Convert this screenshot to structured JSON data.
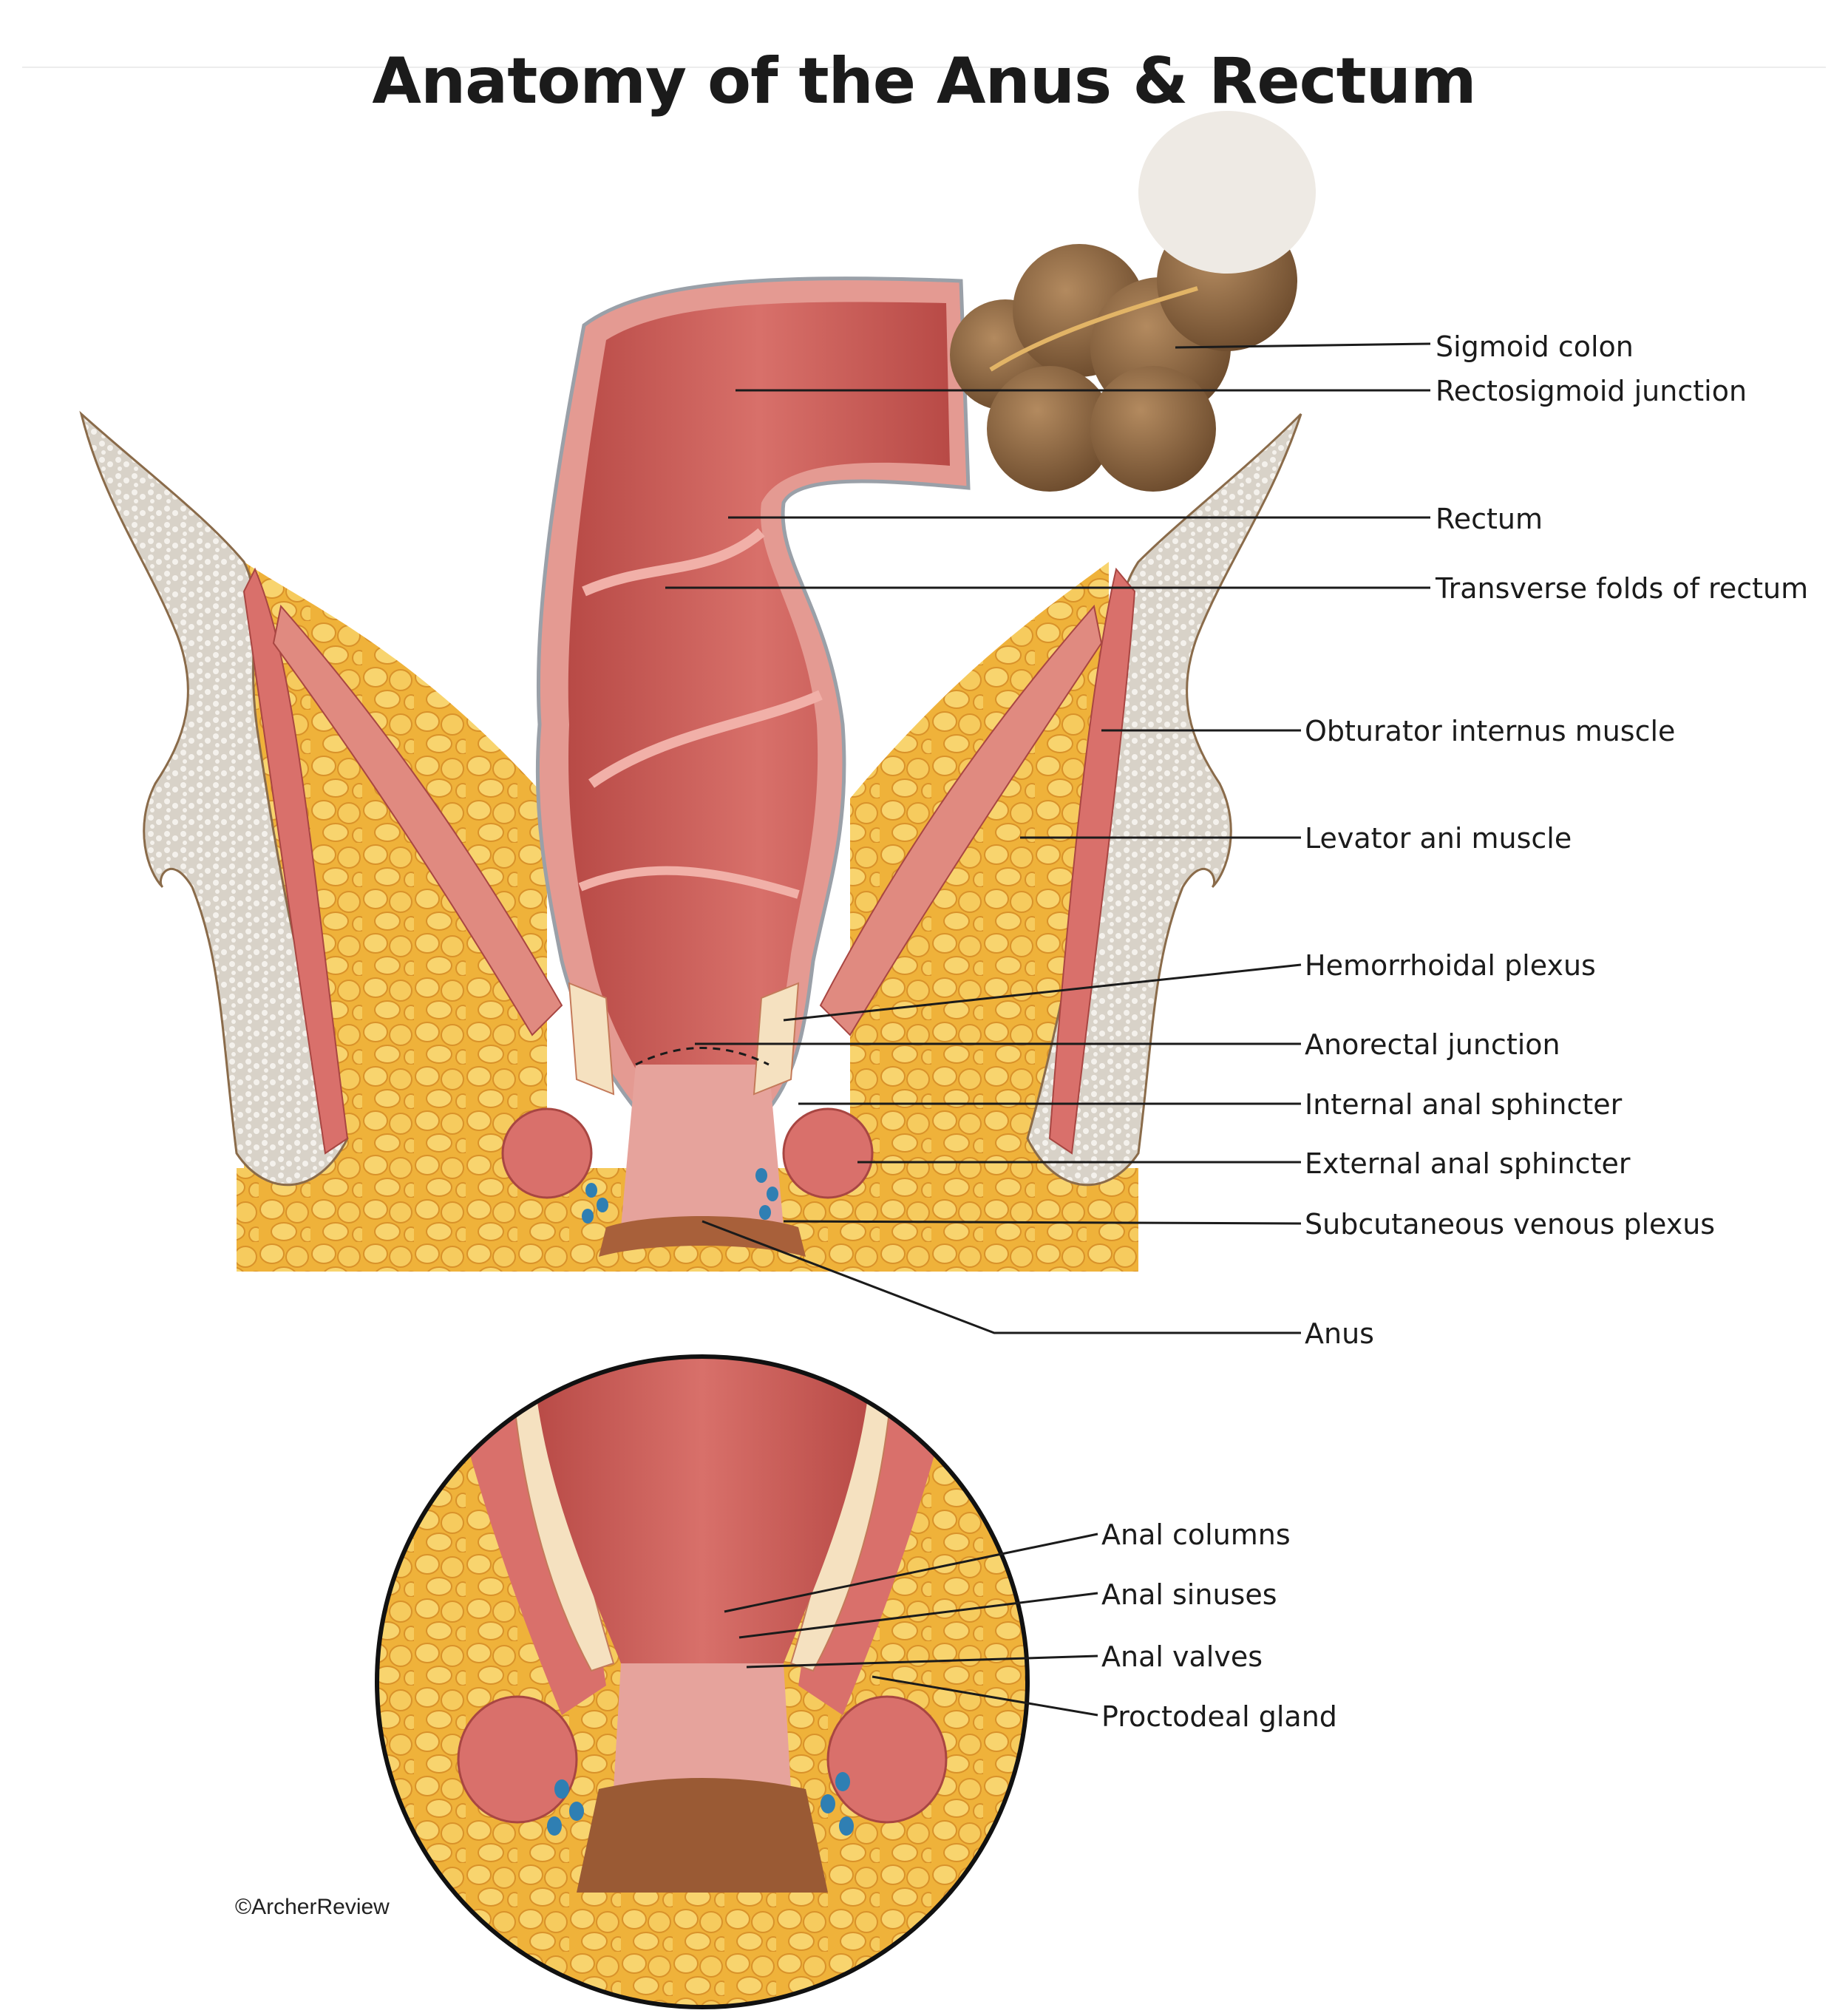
{
  "title": "Anatomy of the Anus & Rectum",
  "labels": [
    {
      "id": "sigmoid-colon",
      "text": "Sigmoid colon"
    },
    {
      "id": "rectosigmoid-junction",
      "text": "Rectosigmoid junction"
    },
    {
      "id": "rectum",
      "text": "Rectum"
    },
    {
      "id": "transverse-folds",
      "text": "Transverse folds of rectum"
    },
    {
      "id": "obturator-internus",
      "text": "Obturator internus muscle"
    },
    {
      "id": "levator-ani",
      "text": "Levator ani muscle"
    },
    {
      "id": "hemorrhoidal-plexus",
      "text": "Hemorrhoidal plexus"
    },
    {
      "id": "anorectal-junction",
      "text": "Anorectal junction"
    },
    {
      "id": "internal-anal-sphincter",
      "text": "Internal anal sphincter"
    },
    {
      "id": "external-anal-sphincter",
      "text": "External anal sphincter"
    },
    {
      "id": "subcutaneous-venous-plexus",
      "text": "Subcutaneous venous plexus"
    },
    {
      "id": "anus",
      "text": "Anus"
    },
    {
      "id": "anal-columns",
      "text": "Anal columns"
    },
    {
      "id": "anal-sinuses",
      "text": "Anal sinuses"
    },
    {
      "id": "anal-valves",
      "text": "Anal valves"
    },
    {
      "id": "proctodeal-gland",
      "text": "Proctodeal gland"
    }
  ],
  "copyright": "©ArcherReview",
  "colors": {
    "fat": "#f0b73e",
    "fat_light": "#f7cf6b",
    "muscle": "#d9706b",
    "muscle_dark": "#b84a48",
    "mucosa": "#c75a55",
    "bone": "#dcd6cc",
    "colon": "#8a6440",
    "skin": "#a8603a",
    "vein_blue": "#2f7fb3",
    "leader_line": "#1b1b1b"
  }
}
